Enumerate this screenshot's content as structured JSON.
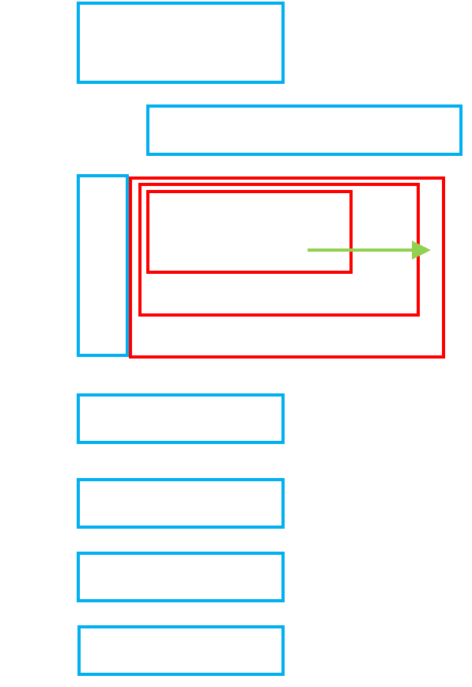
{
  "colors": {
    "background": "#ffffff",
    "blue_box": "#00B0F0",
    "red_box": "#FF0000",
    "arrow": "#92D050"
  },
  "diagram": {
    "description_labels": [],
    "blue_boxes": [
      {
        "id": "blue-box-1"
      },
      {
        "id": "blue-box-2"
      },
      {
        "id": "blue-box-3"
      },
      {
        "id": "blue-box-4"
      },
      {
        "id": "blue-box-5"
      },
      {
        "id": "blue-box-6"
      },
      {
        "id": "blue-box-7"
      }
    ],
    "red_boxes": [
      {
        "id": "red-box-outer"
      },
      {
        "id": "red-box-middle"
      },
      {
        "id": "red-box-inner"
      }
    ],
    "arrows": [
      {
        "id": "green-arrow",
        "direction": "right"
      }
    ]
  }
}
